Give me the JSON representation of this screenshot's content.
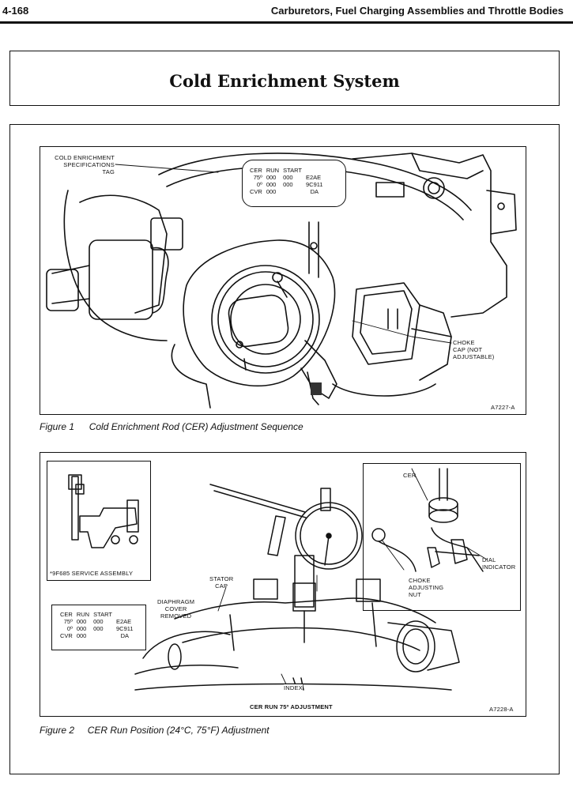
{
  "header": {
    "page_number": "4-168",
    "section_title": "Carburetors, Fuel Charging Assemblies and Throttle Bodies"
  },
  "title": "Cold Enrichment System",
  "figure1": {
    "caption_number": "Figure 1",
    "caption_text": "Cold Enrichment Rod (CER) Adjustment Sequence",
    "code": "A7227-A",
    "label_tag_lines": [
      "COLD ENRICHMENT",
      "SPECIFICATIONS",
      "TAG"
    ],
    "label_choke_lines": [
      "CHOKE",
      "CAP (NOT",
      "ADJUSTABLE)"
    ],
    "tag": {
      "headers": [
        "CER",
        "RUN",
        "START"
      ],
      "rows": [
        [
          "75º",
          "000",
          "000",
          "E2AE"
        ],
        [
          "0º",
          "000",
          "000",
          "9C911"
        ],
        [
          "CVR",
          "000",
          "",
          "DA"
        ]
      ]
    }
  },
  "figure2": {
    "caption_number": "Figure 2",
    "caption_text": "CER Run Position (24°C, 75°F) Adjustment",
    "code": "A7228-A",
    "bottom_label": "CER RUN 75º ADJUSTMENT",
    "label_service": "*9F685 SERVICE ASSEMBLY",
    "label_stator_lines": [
      "STATOR",
      "CAP"
    ],
    "label_diaphragm_lines": [
      "DIAPHRAGM",
      "COVER",
      "REMOVED"
    ],
    "label_index": "INDEX",
    "label_cer": "CER",
    "label_dial_lines": [
      "DIAL",
      "INDICATOR"
    ],
    "label_choke_lines": [
      "CHOKE",
      "ADJUSTING",
      "NUT"
    ],
    "tag": {
      "headers": [
        "CER",
        "RUN",
        "START"
      ],
      "rows": [
        [
          "75º",
          "000",
          "000",
          "E2AE"
        ],
        [
          "0º",
          "000",
          "000",
          "9C911"
        ],
        [
          "CVR",
          "000",
          "",
          "DA"
        ]
      ]
    }
  }
}
